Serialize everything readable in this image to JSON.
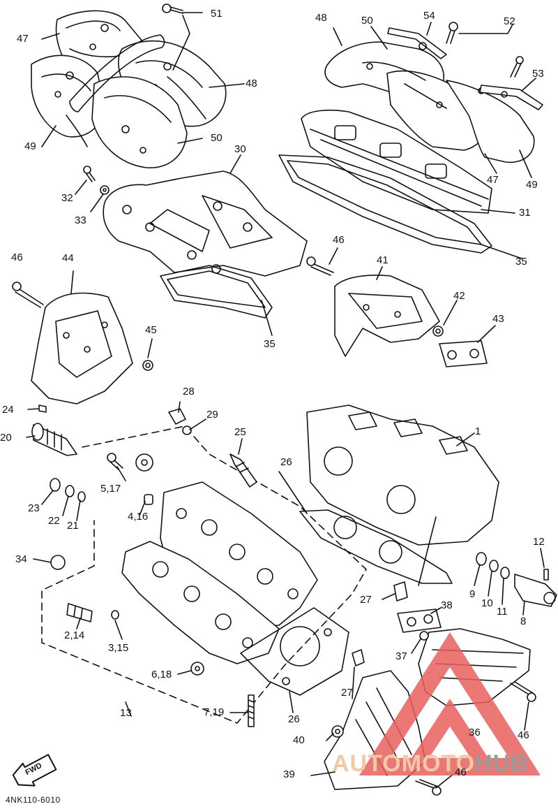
{
  "diagram": {
    "part_code": "4NK110-6010",
    "fwd_label": "FWD",
    "watermark": {
      "part1": "AUTOMOTO",
      "part2": "HUB",
      "color1": "#f1c9a6",
      "color2": "#9a9a9a",
      "triangle_color": "#e8615c"
    },
    "callouts": [
      {
        "id": "51",
        "text": "51"
      },
      {
        "id": "47a",
        "text": "47"
      },
      {
        "id": "48a",
        "text": "48"
      },
      {
        "id": "49a",
        "text": "49"
      },
      {
        "id": "50a",
        "text": "50"
      },
      {
        "id": "48b",
        "text": "48"
      },
      {
        "id": "50b",
        "text": "50"
      },
      {
        "id": "54",
        "text": "54"
      },
      {
        "id": "52",
        "text": "52"
      },
      {
        "id": "53",
        "text": "53"
      },
      {
        "id": "47b",
        "text": "47"
      },
      {
        "id": "49b",
        "text": "49"
      },
      {
        "id": "31",
        "text": "31"
      },
      {
        "id": "35a",
        "text": "35"
      },
      {
        "id": "30",
        "text": "30"
      },
      {
        "id": "32",
        "text": "32"
      },
      {
        "id": "33",
        "text": "33"
      },
      {
        "id": "35b",
        "text": "35"
      },
      {
        "id": "46a",
        "text": "46"
      },
      {
        "id": "44",
        "text": "44"
      },
      {
        "id": "45",
        "text": "45"
      },
      {
        "id": "46b",
        "text": "46"
      },
      {
        "id": "41",
        "text": "41"
      },
      {
        "id": "42",
        "text": "42"
      },
      {
        "id": "43",
        "text": "43"
      },
      {
        "id": "24",
        "text": "24"
      },
      {
        "id": "20",
        "text": "20"
      },
      {
        "id": "28",
        "text": "28"
      },
      {
        "id": "29",
        "text": "29"
      },
      {
        "id": "25",
        "text": "25"
      },
      {
        "id": "26a",
        "text": "26"
      },
      {
        "id": "1",
        "text": "1"
      },
      {
        "id": "5_17",
        "text": "5,17"
      },
      {
        "id": "4_16",
        "text": "4,16"
      },
      {
        "id": "23",
        "text": "23"
      },
      {
        "id": "22",
        "text": "22"
      },
      {
        "id": "21",
        "text": "21"
      },
      {
        "id": "34",
        "text": "34"
      },
      {
        "id": "12",
        "text": "12"
      },
      {
        "id": "9",
        "text": "9"
      },
      {
        "id": "10",
        "text": "10"
      },
      {
        "id": "11",
        "text": "11"
      },
      {
        "id": "8",
        "text": "8"
      },
      {
        "id": "27a",
        "text": "27"
      },
      {
        "id": "38",
        "text": "38"
      },
      {
        "id": "2_14",
        "text": "2,14"
      },
      {
        "id": "3_15",
        "text": "3,15"
      },
      {
        "id": "37",
        "text": "37"
      },
      {
        "id": "6_18",
        "text": "6,18"
      },
      {
        "id": "27b",
        "text": "27"
      },
      {
        "id": "13",
        "text": "13"
      },
      {
        "id": "7_19",
        "text": "7,19"
      },
      {
        "id": "26b",
        "text": "26"
      },
      {
        "id": "46c",
        "text": "46"
      },
      {
        "id": "36",
        "text": "36"
      },
      {
        "id": "40",
        "text": "40"
      },
      {
        "id": "39",
        "text": "39"
      },
      {
        "id": "46d",
        "text": "46"
      }
    ]
  }
}
